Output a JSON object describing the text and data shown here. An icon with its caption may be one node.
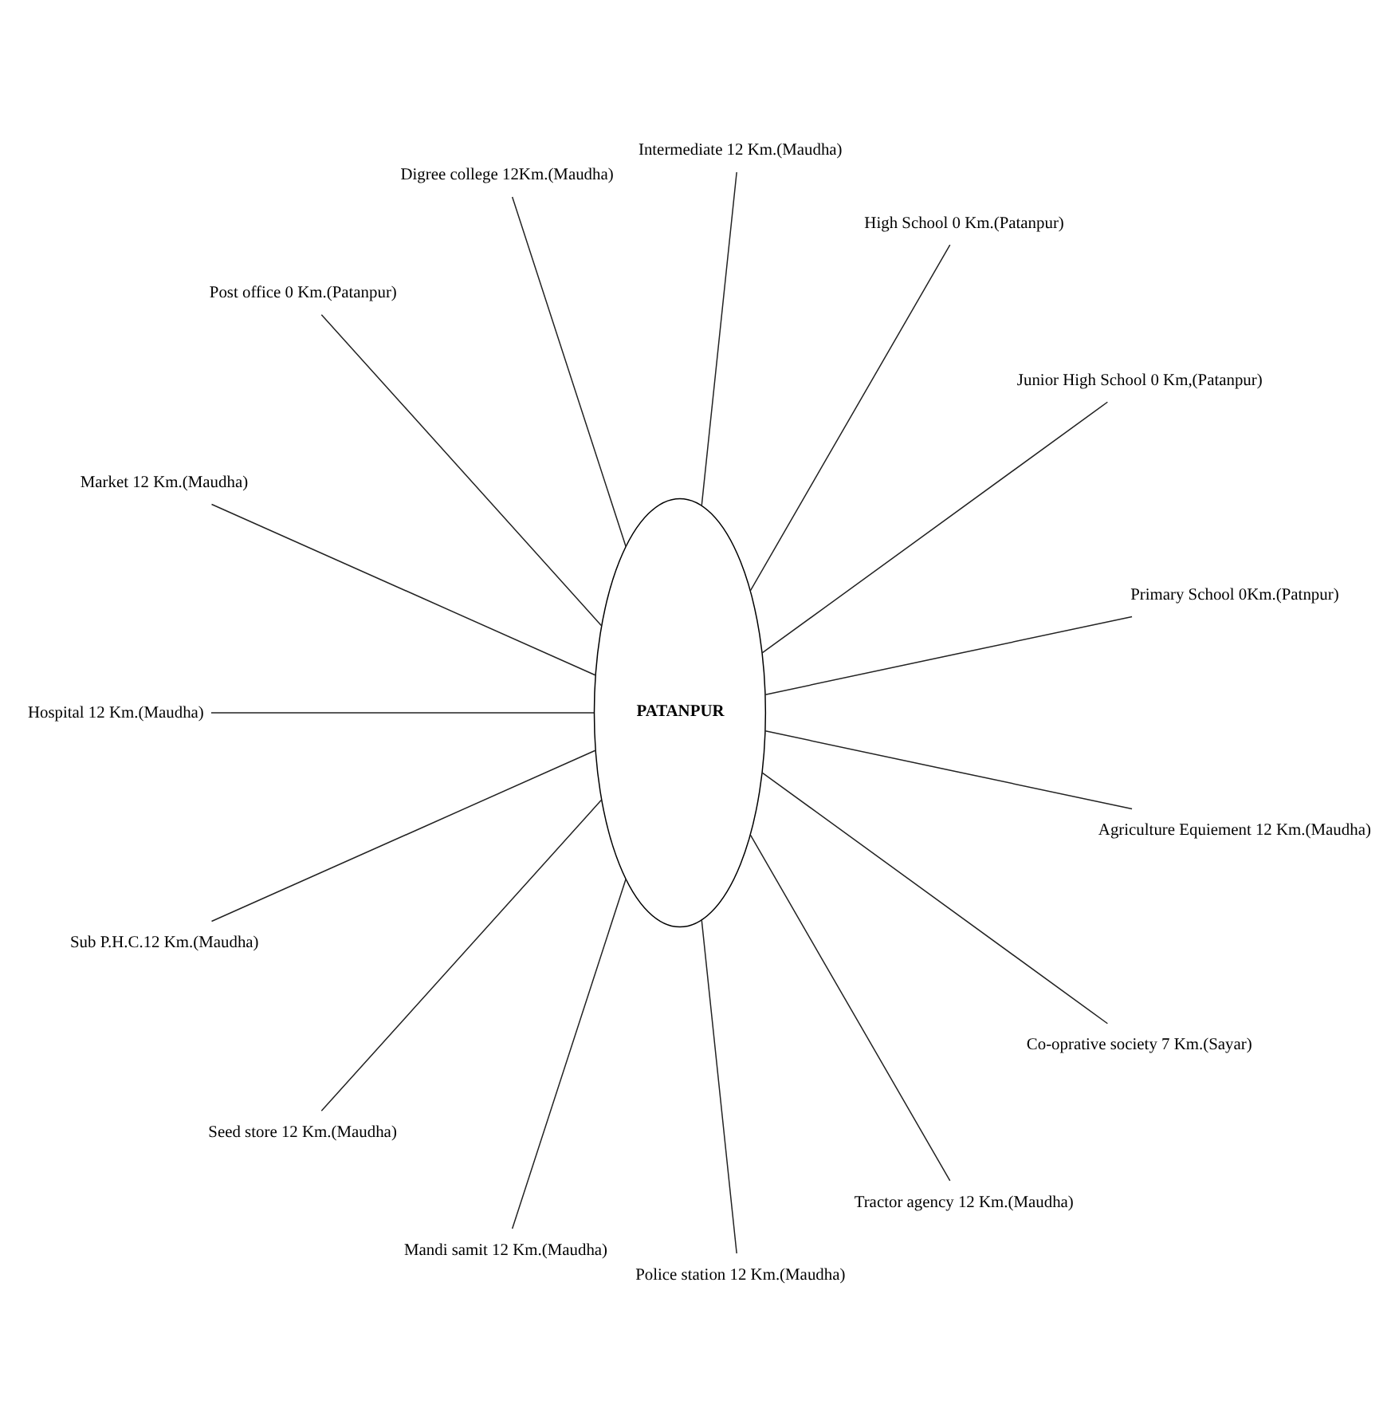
{
  "diagram": {
    "nodes": [
      {
        "text": [
          "PATANPUR"
        ]
      },
      {
        "text": [
          "Primary School 0Km.(Patnpur)"
        ]
      },
      {
        "text": [
          "Junior High School 0 Km,(Patanpur)"
        ]
      },
      {
        "text": [
          "High School 0 Km.(Patanpur)"
        ]
      },
      {
        "text": [
          "Intermediate 12 Km.(Maudha)"
        ]
      },
      {
        "text": [
          "Digree college 12Km.(Maudha)"
        ]
      },
      {
        "text": [
          "Post office 0 Km.(Patanpur)"
        ]
      },
      {
        "text": [
          "Market 12 Km.(Maudha)"
        ]
      },
      {
        "text": [
          "Hospital 12 Km.(Maudha)"
        ]
      },
      {
        "text": [
          "Sub P.H.C.12 Km.(Maudha)"
        ]
      },
      {
        "text": [
          "Seed store 12 Km.(Maudha)"
        ]
      },
      {
        "text": [
          "Mandi samit 12 Km.(Maudha)"
        ]
      },
      {
        "text": [
          "Police station 12 Km.(Maudha)"
        ]
      },
      {
        "text": [
          "Tractor agency 12 Km.(Maudha)"
        ]
      },
      {
        "text": [
          "Co-oprative society 7 Km.(Sayar)"
        ]
      },
      {
        "text": [
          "Agriculture Equiement 12 Km.(Maudha)"
        ]
      }
    ],
    "edges": [
      {
        "from": 1,
        "to": 0,
        "arrow": "none"
      },
      {
        "from": 2,
        "to": 0,
        "arrow": "none"
      },
      {
        "from": 3,
        "to": 0,
        "arrow": "none"
      },
      {
        "from": 4,
        "to": 0,
        "arrow": "none"
      },
      {
        "from": 5,
        "to": 0,
        "arrow": "none"
      },
      {
        "from": 6,
        "to": 0,
        "arrow": "none"
      },
      {
        "from": 7,
        "to": 0,
        "arrow": "none"
      },
      {
        "from": 8,
        "to": 0,
        "arrow": "none"
      },
      {
        "from": 9,
        "to": 0,
        "arrow": "none"
      },
      {
        "from": 10,
        "to": 0,
        "arrow": "none"
      },
      {
        "from": 11,
        "to": 0,
        "arrow": "none"
      },
      {
        "from": 12,
        "to": 0,
        "arrow": "none"
      },
      {
        "from": 13,
        "to": 0,
        "arrow": "none"
      },
      {
        "from": 14,
        "to": 0,
        "arrow": "none"
      },
      {
        "from": 15,
        "to": 0,
        "arrow": "none"
      }
    ]
  }
}
